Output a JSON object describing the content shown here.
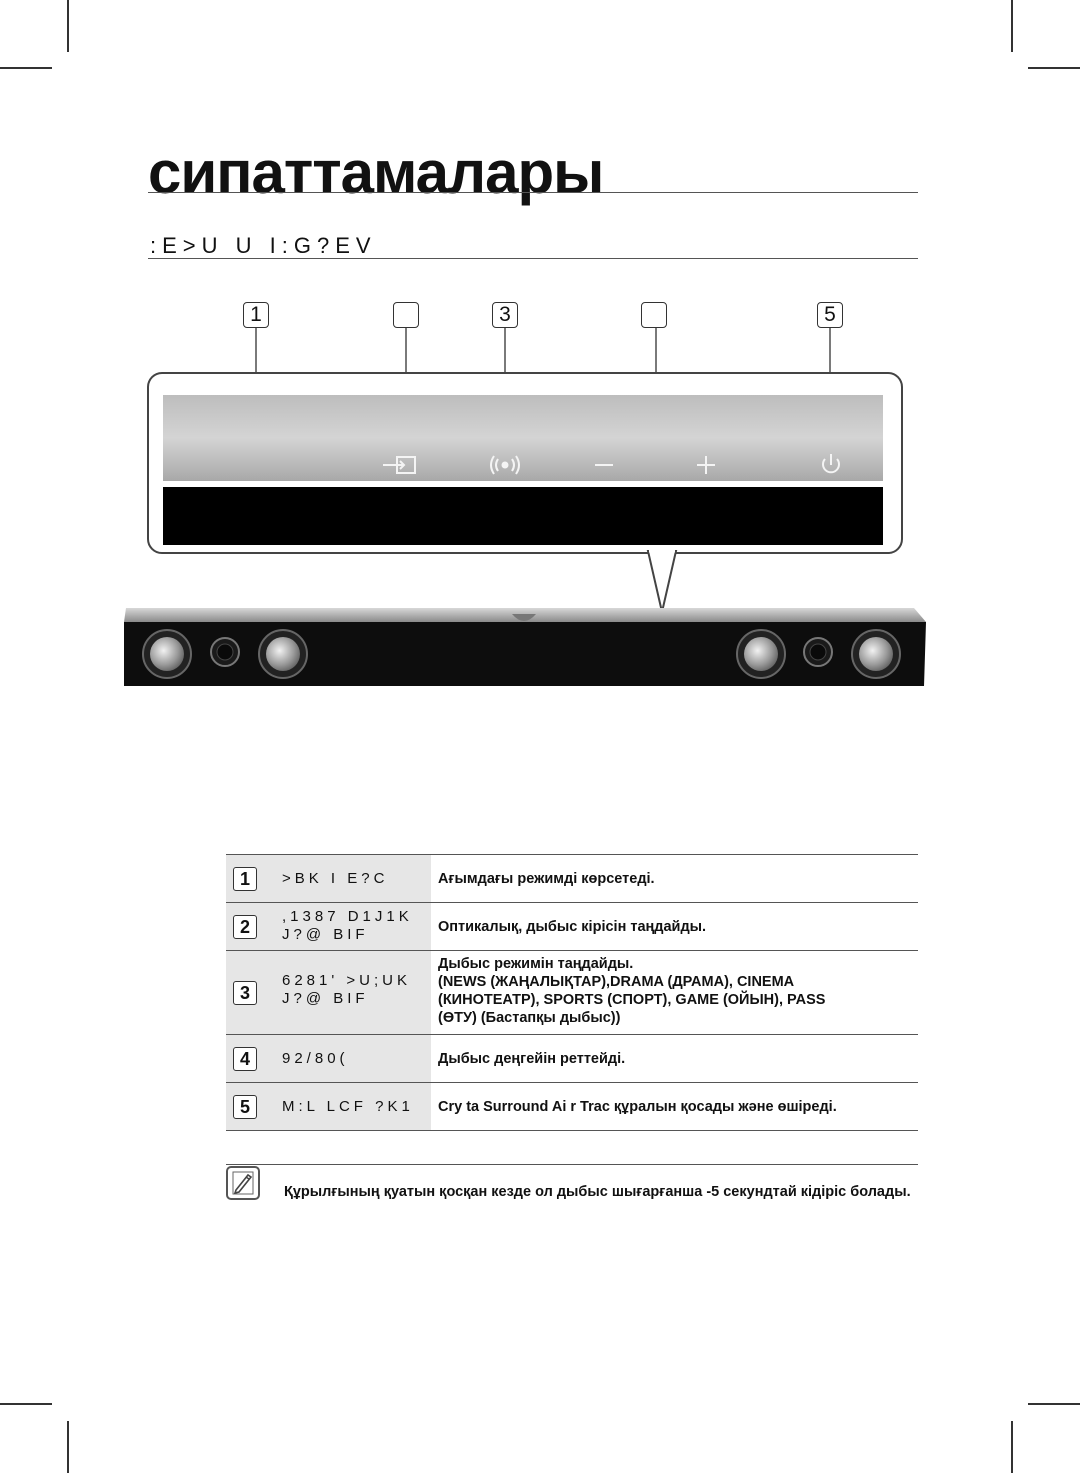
{
  "page": {
    "title": "сипаттамалары",
    "subtitle": ":E>U U I:G?EV"
  },
  "callouts": [
    "1",
    "",
    "3",
    "",
    "5"
  ],
  "controls_table": [
    {
      "num": "1",
      "name": ">BK I E?C",
      "desc": "Ағымдағы режимді көрсетеді."
    },
    {
      "num": "2",
      "name": ",1387  D1J1K\nJ?@ BIF",
      "desc": "Оптикалық, дыбыс кірісін таңдайды."
    },
    {
      "num": "3",
      "name": "6281'  >U;UK\nJ?@ BIF",
      "desc": "Дыбыс режимін таңдайды.\n(NEWS (ЖАҢАЛЫҚТАР),DRAMA (ДРАМА), CINEMA\n(КИНОТЕАТР), SPORTS (СПОРТ), GAME (ОЙЫН), PASS\n(ӨТУ) (Бастапқы дыбыс))"
    },
    {
      "num": "4",
      "name": "92/80(",
      "desc": "Дыбыс деңгейін реттейді."
    },
    {
      "num": "5",
      "name": "M:L  LCF ?K1",
      "desc": "Cry    ta    Surround Ai   r Trac       құралын қосады және өшіреді."
    }
  ],
  "note": {
    "icon": "note-pencil-icon",
    "text": "Құрылғының қуатын қосқан кезде ол дыбыс шығарғанша     -5 секундтай кідіріс болады."
  }
}
